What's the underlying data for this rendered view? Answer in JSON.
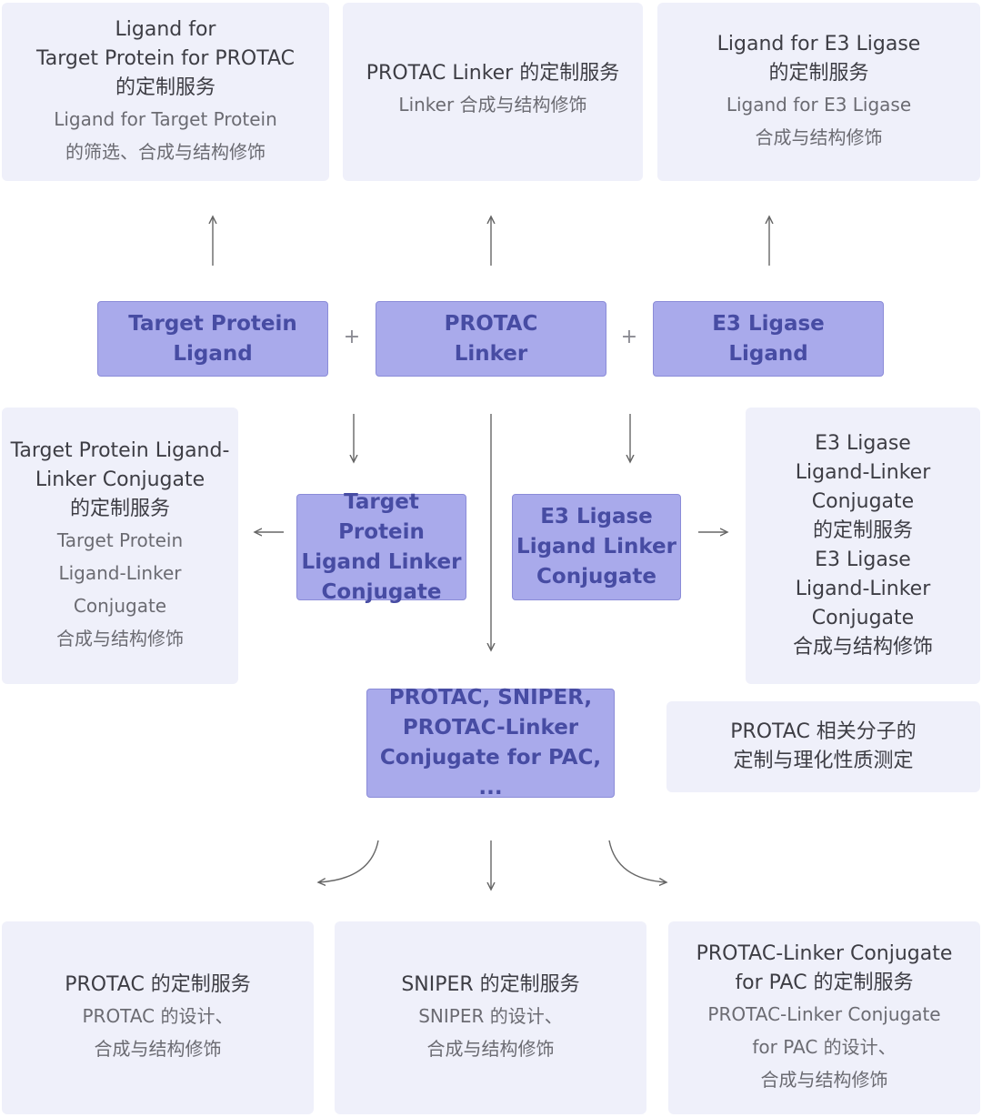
{
  "top_services": {
    "target": {
      "title": [
        "Ligand for",
        "Target Protein for PROTAC",
        "的定制服务"
      ],
      "sub": [
        "Ligand for Target Protein",
        "的筛选、合成与结构修饰"
      ]
    },
    "linker": {
      "title": [
        "PROTAC Linker 的定制服务"
      ],
      "sub": [
        "Linker 合成与结构修饰"
      ]
    },
    "e3": {
      "title": [
        "Ligand for E3 Ligase",
        "的定制服务"
      ],
      "sub": [
        "Ligand for E3 Ligase",
        "合成与结构修饰"
      ]
    }
  },
  "components": {
    "target": [
      "Target Protein",
      "Ligand"
    ],
    "linker": [
      "PROTAC",
      "Linker"
    ],
    "e3": [
      "E3 Ligase",
      "Ligand"
    ],
    "plus": "+"
  },
  "conjugates": {
    "target": [
      "Target Protein",
      "Ligand Linker",
      "Conjugate"
    ],
    "e3": [
      "E3 Ligase",
      "Ligand Linker",
      "Conjugate"
    ]
  },
  "conjugate_services": {
    "target": {
      "title": [
        "Target Protein Ligand-",
        "Linker Conjugate",
        "的定制服务"
      ],
      "sub": [
        "Target Protein",
        "Ligand-Linker",
        "Conjugate",
        "合成与结构修饰"
      ]
    },
    "e3": {
      "title": [
        "E3 Ligase",
        "Ligand-Linker",
        "Conjugate",
        "的定制服务",
        "E3 Ligase",
        "Ligand-Linker",
        "Conjugate",
        "合成与结构修饰"
      ]
    }
  },
  "final_product": [
    "PROTAC, SNIPER,",
    "PROTAC-Linker",
    "Conjugate for PAC, ..."
  ],
  "characterization": [
    "PROTAC 相关分子的",
    "定制与理化性质测定"
  ],
  "bottom_services": {
    "protac": {
      "title": [
        "PROTAC 的定制服务"
      ],
      "sub": [
        "PROTAC 的设计、",
        "合成与结构修饰"
      ]
    },
    "sniper": {
      "title": [
        "SNIPER 的定制服务"
      ],
      "sub": [
        "SNIPER 的设计、",
        "合成与结构修饰"
      ]
    },
    "pac": {
      "title": [
        "PROTAC-Linker Conjugate",
        "for PAC 的定制服务"
      ],
      "sub": [
        "PROTAC-Linker Conjugate",
        "for PAC 的设计、",
        "合成与结构修饰"
      ]
    }
  },
  "colors": {
    "service_bg": "#eff0fa",
    "core_bg": "#a9aaeb",
    "core_text": "#474ca3",
    "arrow": "#666666"
  }
}
